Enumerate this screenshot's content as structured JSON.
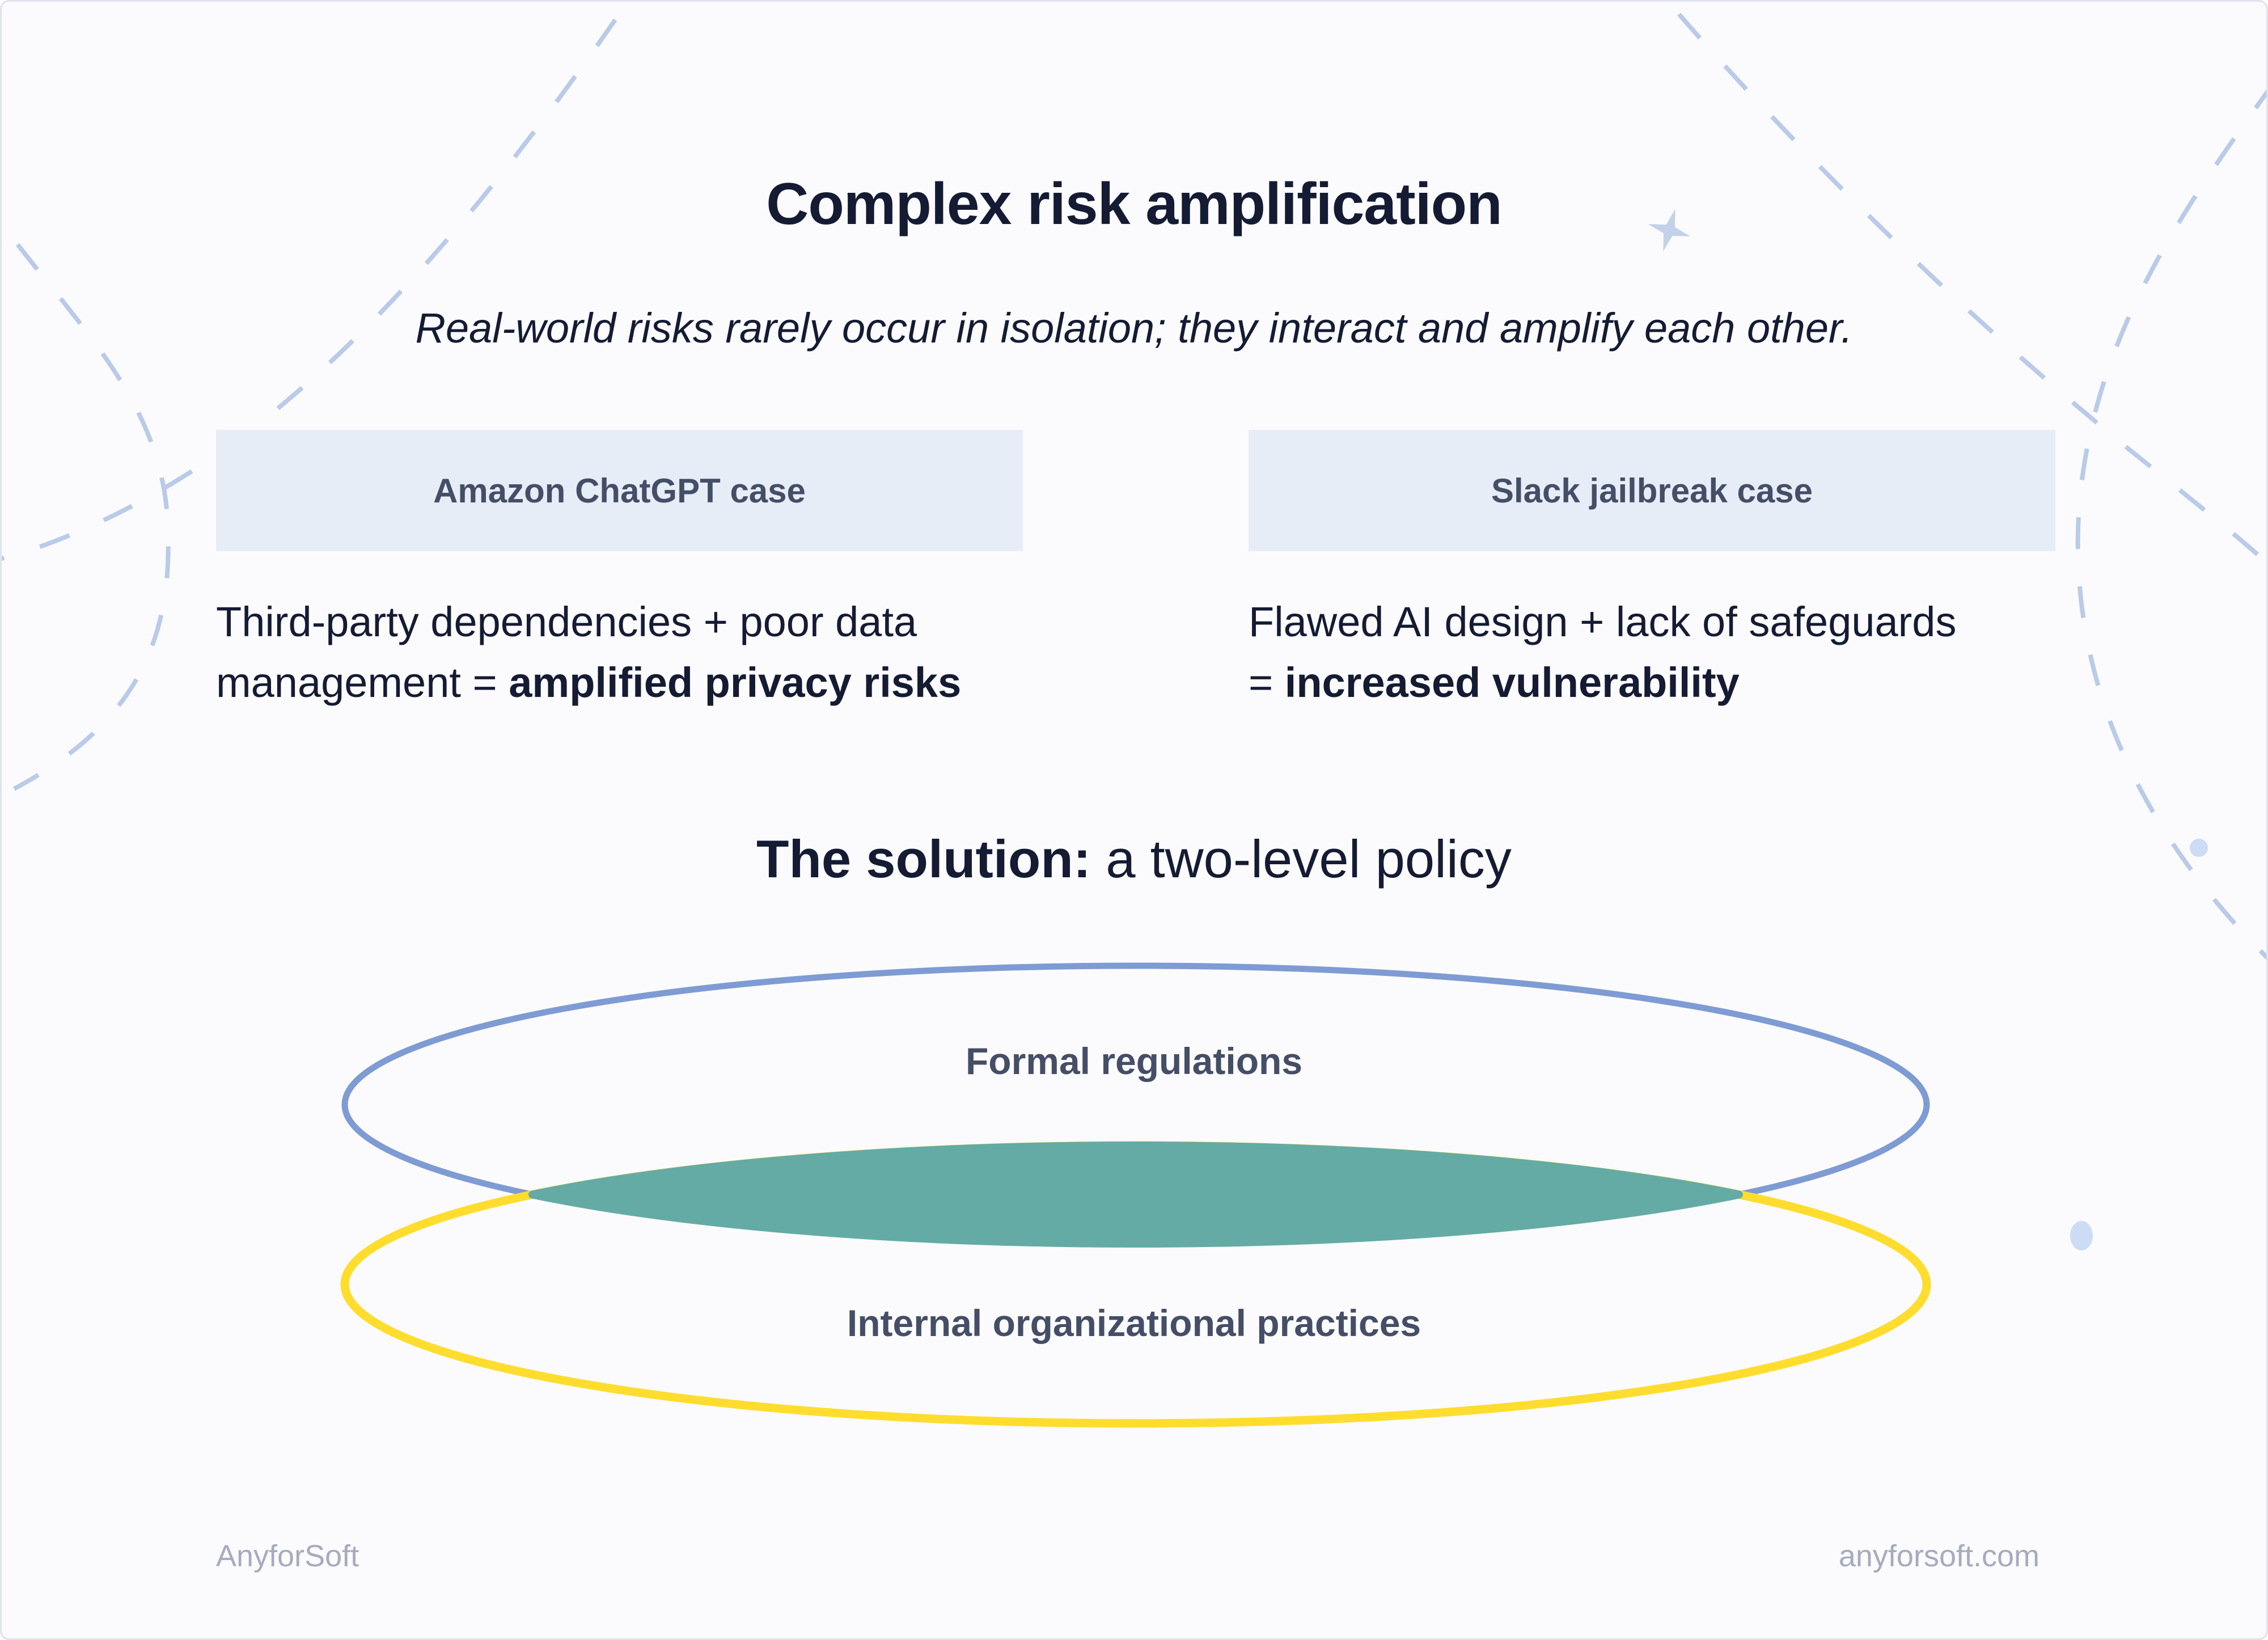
{
  "header": {
    "title": "Complex risk amplification",
    "subtitle": "Real-world risks rarely occur in isolation; they interact and amplify each other."
  },
  "cases": [
    {
      "header": "Amazon ChatGPT case",
      "line1": "Third-party dependencies + poor data",
      "line2_prefix": "management = ",
      "line2_bold": "amplified privacy risks"
    },
    {
      "header": "Slack jailbreak case",
      "line1": "Flawed AI design + lack of safeguards",
      "line2_prefix": "= ",
      "line2_bold": "increased vulnerability"
    }
  ],
  "solution": {
    "heading_bold": "The solution:",
    "heading_regular": " a two-level policy"
  },
  "venn": {
    "top_label": "Formal regulations",
    "bottom_label": "Internal organizational practices"
  },
  "footer": {
    "brand": "AnyforSoft",
    "site": "anyforsoft.com"
  },
  "colors": {
    "bg": "#fbfbfd",
    "border": "#dfe3eb",
    "ink": "#141b33",
    "slate": "#454e67",
    "card": "#e7edf7",
    "venn_top": "#7e9bd3",
    "venn_bottom": "#ffdd2e",
    "venn_overlap": "#64aba5",
    "decor_dash": "#b9cbe8",
    "decor_star": "#c3d2e8",
    "decor_dot": "#ccdcf4",
    "muted": "#a6acbf"
  }
}
